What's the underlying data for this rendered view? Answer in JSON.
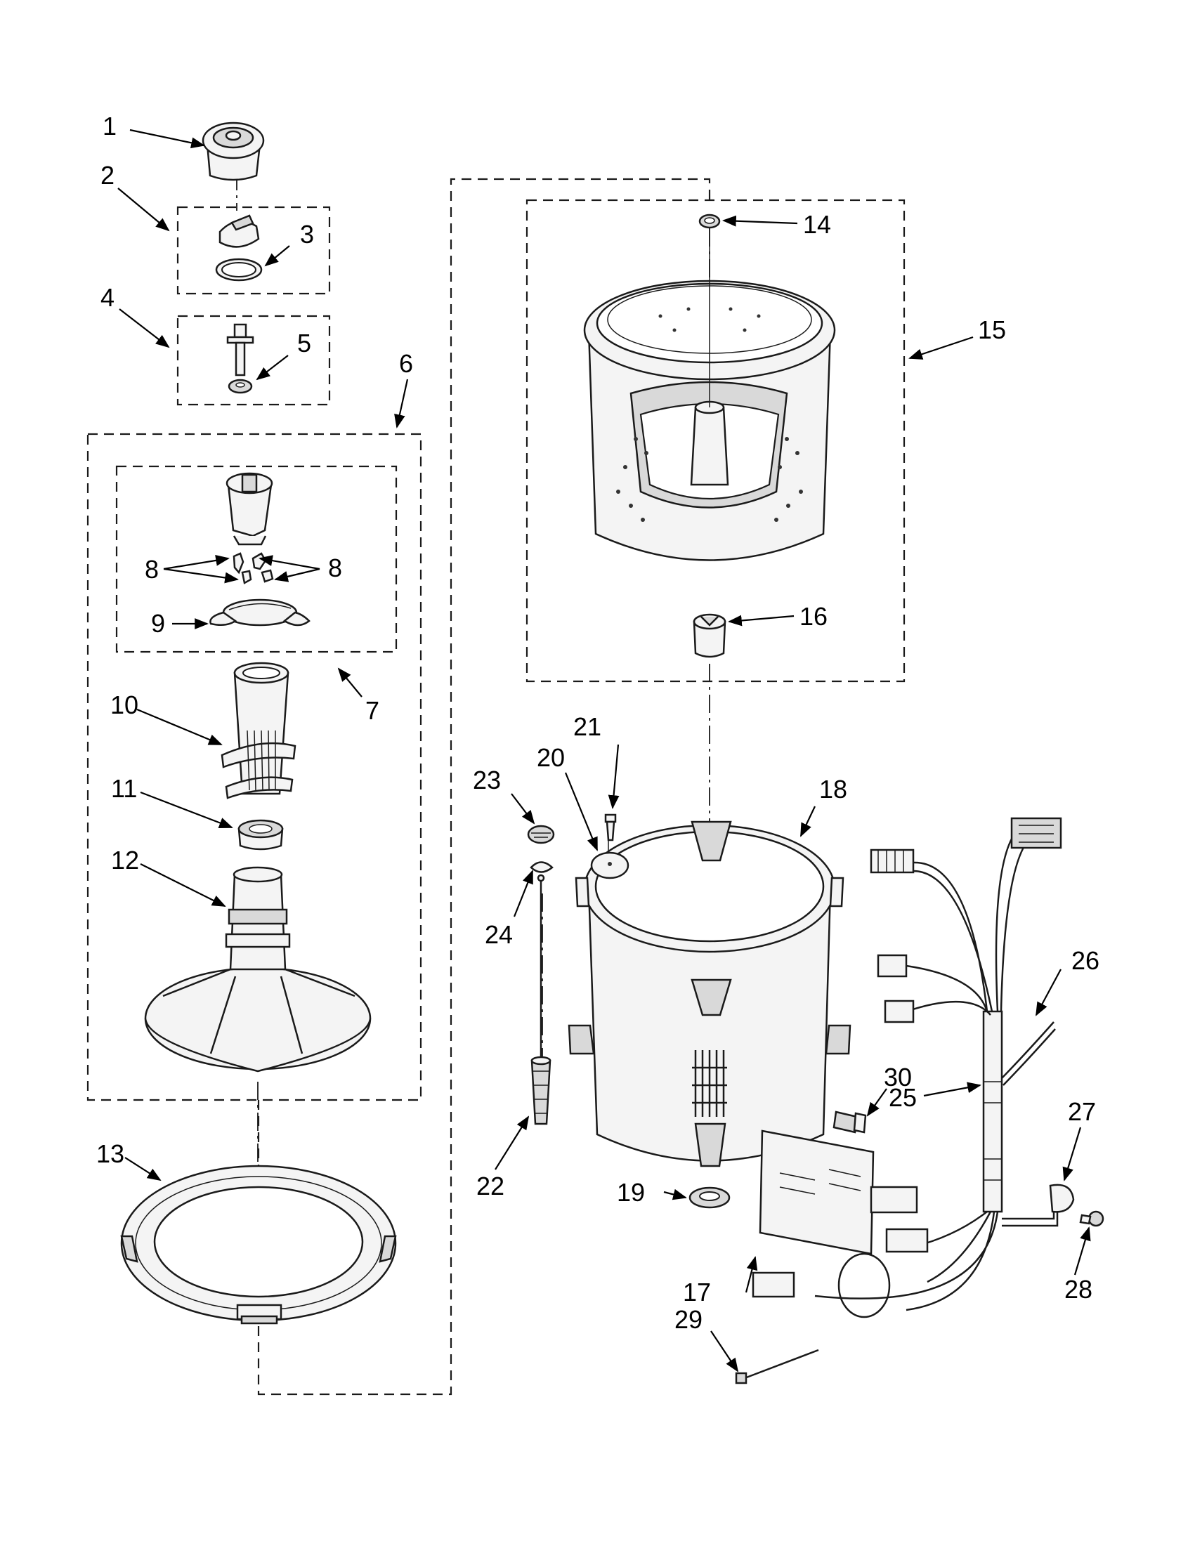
{
  "callouts": [
    {
      "id": "c1",
      "text": "1"
    },
    {
      "id": "c2",
      "text": "2"
    },
    {
      "id": "c3",
      "text": "3"
    },
    {
      "id": "c4",
      "text": "4"
    },
    {
      "id": "c5",
      "text": "5"
    },
    {
      "id": "c6",
      "text": "6"
    },
    {
      "id": "c7",
      "text": "7"
    },
    {
      "id": "c8a",
      "text": "8"
    },
    {
      "id": "c8b",
      "text": "8"
    },
    {
      "id": "c9",
      "text": "9"
    },
    {
      "id": "c10",
      "text": "10"
    },
    {
      "id": "c11",
      "text": "11"
    },
    {
      "id": "c12",
      "text": "12"
    },
    {
      "id": "c13",
      "text": "13"
    },
    {
      "id": "c14",
      "text": "14"
    },
    {
      "id": "c15",
      "text": "15"
    },
    {
      "id": "c16",
      "text": "16"
    },
    {
      "id": "c17",
      "text": "17"
    },
    {
      "id": "c18",
      "text": "18"
    },
    {
      "id": "c19",
      "text": "19"
    },
    {
      "id": "c20",
      "text": "20"
    },
    {
      "id": "c21",
      "text": "21"
    },
    {
      "id": "c22",
      "text": "22"
    },
    {
      "id": "c23",
      "text": "23"
    },
    {
      "id": "c24",
      "text": "24"
    },
    {
      "id": "c25",
      "text": "25"
    },
    {
      "id": "c26",
      "text": "26"
    },
    {
      "id": "c27",
      "text": "27"
    },
    {
      "id": "c28",
      "text": "28"
    },
    {
      "id": "c29",
      "text": "29"
    },
    {
      "id": "c30",
      "text": "30"
    }
  ]
}
